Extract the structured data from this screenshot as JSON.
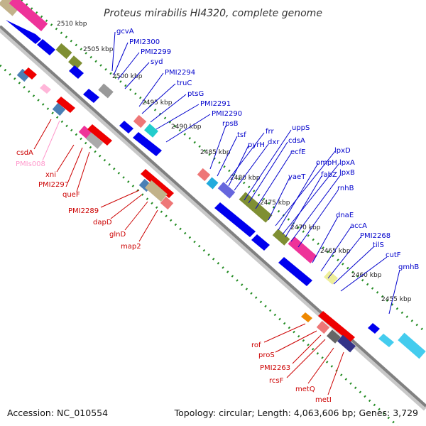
{
  "title": "Proteus mirabilis HI4320, complete genome",
  "footer": {
    "accession": "Accession: NC_010554",
    "summary": "Topology: circular; Length: 4,063,606 bp; Genes: 3,729"
  },
  "colors": {
    "backbone": "#808080",
    "dotted": "#228b22",
    "forward_cds": "#0000ee",
    "reverse_cds": "#ee0000",
    "label_forward": "#0000cc",
    "label_reverse": "#cc0000",
    "label_pseudo": "#ff99cc"
  },
  "scale_labels": [
    "2510 kbp",
    "2505 kbp",
    "2500 kbp",
    "2495 kbp",
    "2490 kbp",
    "2485 kbp",
    "2480 kbp",
    "2475 kbp",
    "2470 kbp",
    "2465 kbp",
    "2460 kbp",
    "2455 kbp"
  ],
  "forward_labels": [
    "gcvA",
    "PMI2300",
    "PMI2299",
    "syd",
    "PMI2294",
    "truC",
    "ptsG",
    "PMI2291",
    "PMI2290",
    "rpsB",
    "tsf",
    "frr",
    "pyrH",
    "dxr",
    "uppS",
    "cdsA",
    "ecfE",
    "yaeT",
    "lpxD",
    "ompH",
    "lpxA",
    "fabZ",
    "lpxB",
    "rnhB",
    "dnaE",
    "accA",
    "PMI2268",
    "tilS",
    "cutF",
    "gmhB"
  ],
  "reverse_labels": [
    "csdA",
    "PMIs008",
    "xni",
    "PMI2297",
    "queF",
    "PMI2289",
    "dapD",
    "glnD",
    "map2",
    "rof",
    "proS",
    "PMI2263",
    "rcsF",
    "metQ",
    "metI"
  ]
}
